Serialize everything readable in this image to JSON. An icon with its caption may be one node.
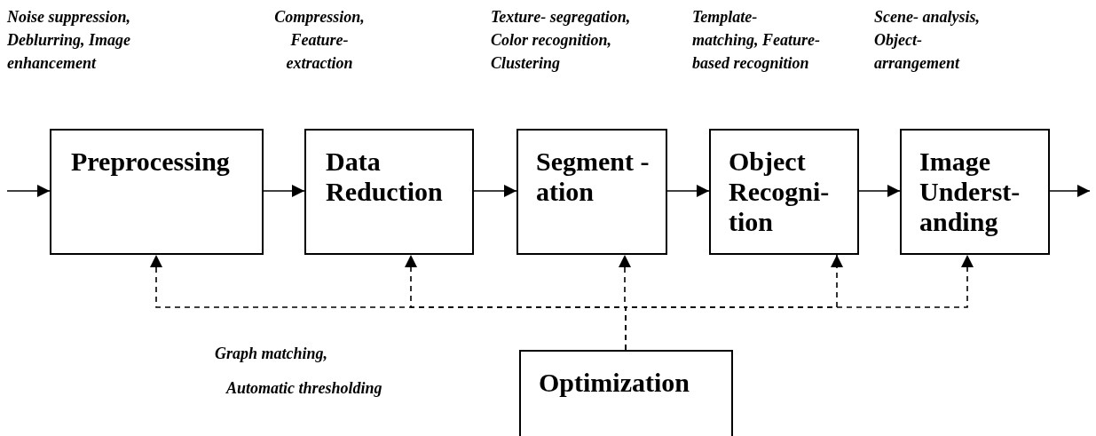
{
  "diagram": {
    "nodes": [
      {
        "text": [
          "Preprocessing"
        ],
        "beside": [
          "Noise suppression, Deblurring, Image enhancement"
        ]
      },
      {
        "text": [
          "Data Reduction"
        ],
        "beside": [
          "Compression, Feature- extraction"
        ]
      },
      {
        "text": [
          "Segment -ation"
        ],
        "beside": [
          "Texture- segregation, Color recognition, Clustering"
        ]
      },
      {
        "text": [
          "Object Recogni- tion"
        ],
        "beside": [
          "Template- matching, Feature-based recognition"
        ]
      },
      {
        "text": [
          "Image Underst- anding"
        ],
        "beside": [
          "Scene- analysis, Object- arrangement"
        ]
      },
      {
        "text": [
          "Optimization"
        ]
      }
    ],
    "edges": [
      {
        "from": null,
        "to": 0,
        "arrow": "to"
      },
      {
        "from": 0,
        "to": 1,
        "arrow": "to"
      },
      {
        "from": 1,
        "to": 2,
        "arrow": "to"
      },
      {
        "from": 2,
        "to": 3,
        "arrow": "to"
      },
      {
        "from": 3,
        "to": 4,
        "arrow": "to"
      },
      {
        "from": 4,
        "to": null,
        "arrow": "to"
      },
      {
        "from": 5,
        "to": 0,
        "arrow": "to",
        "style": "dashed"
      },
      {
        "from": 5,
        "to": 1,
        "arrow": "to",
        "style": "dashed"
      },
      {
        "from": 5,
        "to": 2,
        "arrow": "to",
        "style": "dashed"
      },
      {
        "from": 5,
        "to": 3,
        "arrow": "to",
        "style": "dashed"
      },
      {
        "from": 5,
        "to": 4,
        "arrow": "to",
        "style": "dashed"
      }
    ],
    "labels": [
      "Graph matching,",
      "Automatic thresholding"
    ]
  }
}
